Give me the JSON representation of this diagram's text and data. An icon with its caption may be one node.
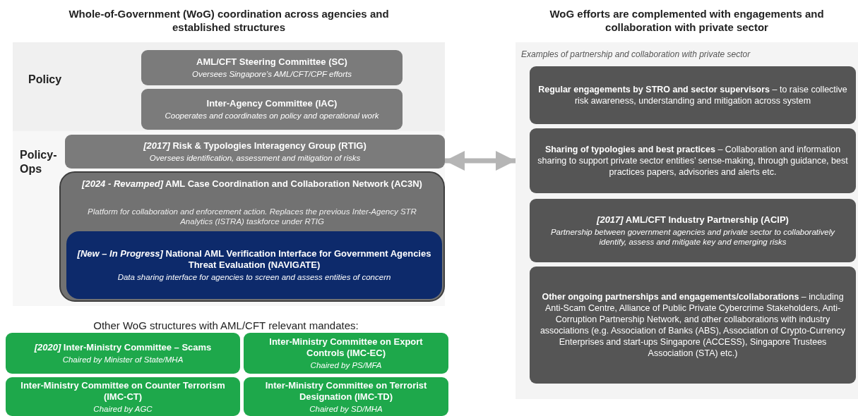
{
  "diagram": {
    "nodes": [
      {
        "text": [
          "Whole-of-Government (WoG) coordination across agencies and established structures"
        ]
      },
      {
        "text": [
          "Policy"
        ],
        "in": 0
      },
      {
        "text": [
          "AML/CFT Steering Committee (SC)",
          "Oversees Singapore’s AML/CFT/CPF efforts"
        ],
        "in": 1
      },
      {
        "text": [
          "Inter-Agency Committee (IAC)",
          "Cooperates and coordinates on policy and operational work"
        ],
        "in": 1
      },
      {
        "text": [
          "Policy-Ops"
        ],
        "in": 0
      },
      {
        "text": [
          "*[2017]* Risk & Typologies Interagency Group (RTIG)",
          "Oversees identification, assessment and mitigation of risks"
        ],
        "in": 4
      },
      {
        "text": [
          "*[2024 - Revamped]* AML Case Coordination and Collaboration Network (AC3N)",
          "Platform for collaboration and enforcement action. Replaces the previous Inter-Agency STR Analytics (ISTRA) taskforce under RTIG"
        ],
        "in": 4
      },
      {
        "text": [
          "*[New – In Progress]* National AML Verification Interface for Government Agencies Threat Evaluation (NAVIGATE)",
          "Data sharing interface for agencies to screen and assess entities of concern"
        ],
        "in": 6
      },
      {
        "text": [
          "*[2020]* Inter-Ministry Committee – Scams",
          "Chaired by Minister of State/MHA"
        ]
      },
      {
        "text": [
          "Inter-Ministry Committee on Export Controls (IMC-EC)",
          "Chaired by PS/MFA"
        ]
      },
      {
        "text": [
          "Inter-Ministry Committee on Counter Terrorism (IMC-CT)",
          "Chaired by AGC"
        ]
      },
      {
        "text": [
          "Inter-Ministry Committee on Terrorist Designation (IMC-TD)",
          "Chaired by SD/MHA"
        ]
      },
      {
        "text": [
          "WoG efforts are complemented with engagements and collaboration with private sector",
          "Examples of partnership and collaboration with private sector"
        ]
      },
      {
        "text": [
          "**Regular engagements by STRO and sector supervisors** – to raise collective risk awareness, understanding and mitigation across system"
        ],
        "in": 12
      },
      {
        "text": [
          "**Sharing of typologies and best practices** – Collaboration and information sharing to support private sector entities’ sense-making, through guidance, best practices papers, advisories and alerts etc."
        ],
        "in": 12
      },
      {
        "text": [
          "*[2017]* AML/CFT Industry Partnership (ACIP)",
          "Partnership between government agencies and private sector to collaboratively identify, assess and mitigate key and emerging risks"
        ],
        "in": 12
      },
      {
        "text": [
          "**Other ongoing partnerships and engagements/collaborations** – including Anti-Scam Centre, Alliance of Public Private Cybercrime Stakeholders, Anti-Corruption Partnership Network, and other collaborations with industry associations (e.g. Association of Banks (ABS), Association of Crypto-Currency Enterprises and start-ups Singapore (ACCESS), Singapore Trustees Association (STA) etc.)"
        ],
        "in": 12
      }
    ],
    "edges": [
      {
        "from": 0,
        "to": 12,
        "arrow": "both"
      }
    ],
    "labels": [
      "Other WoG structures with AML/CFT relevant mandates:"
    ]
  }
}
